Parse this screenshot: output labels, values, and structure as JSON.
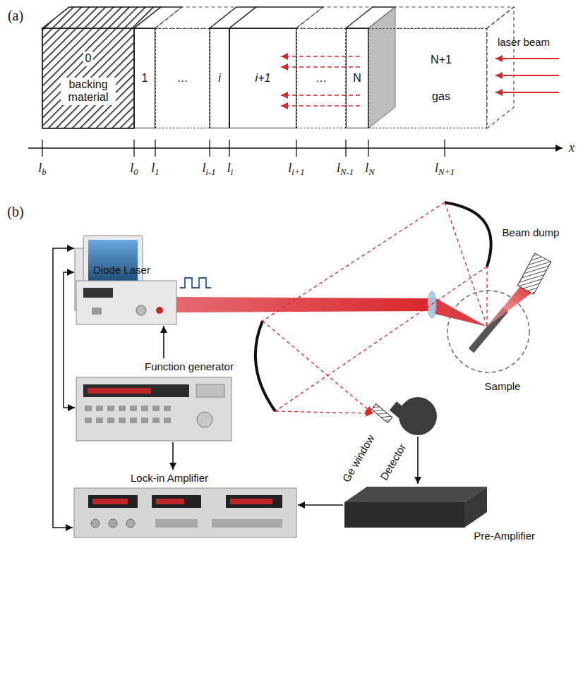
{
  "diagram": {
    "nodes": [
      {
        "text": [
          "0",
          "backing material"
        ]
      },
      {
        "text": [
          "1"
        ]
      },
      {
        "text": [
          "…"
        ]
      },
      {
        "text": [
          "i"
        ]
      },
      {
        "text": [
          "i+1"
        ]
      },
      {
        "text": [
          "…"
        ]
      },
      {
        "text": [
          "N"
        ]
      },
      {
        "text": [
          "N+1",
          "gas"
        ]
      },
      {
        "text": [
          "Diode Laser"
        ]
      },
      {
        "text": [
          "Function generator"
        ]
      },
      {
        "text": [
          "Lock-in Amplifier"
        ]
      },
      {
        "text": [
          "Detector"
        ]
      },
      {
        "text": [
          "Pre-Amplifier"
        ]
      }
    ],
    "edges": [
      {
        "from": 9,
        "to": 8,
        "arrow": "to"
      },
      {
        "from": 9,
        "to": 10,
        "arrow": "to"
      },
      {
        "from": 11,
        "to": 12,
        "arrow": "to"
      },
      {
        "from": 12,
        "to": 10,
        "arrow": "to"
      }
    ],
    "labels": [
      "(a)",
      "laser beam",
      "lb",
      "l0",
      "l1",
      "li-1",
      "li",
      "li+1",
      "lN-1",
      "lN",
      "lN+1",
      "x",
      "(b)",
      "Beam dump",
      "Sample",
      "Ge window"
    ]
  }
}
